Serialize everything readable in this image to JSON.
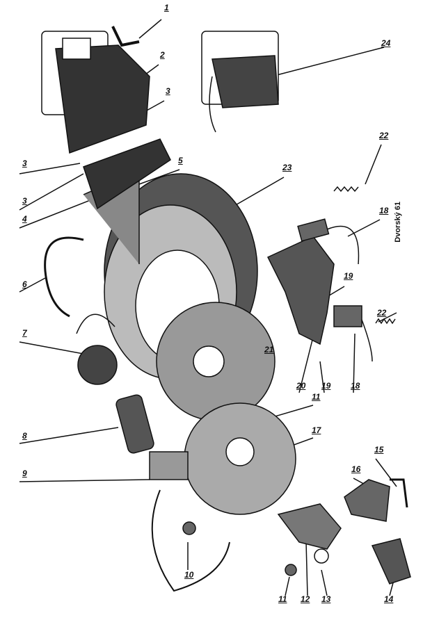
{
  "labels": [
    {
      "id": "l1",
      "text": "1"
    },
    {
      "id": "l2",
      "text": "2"
    },
    {
      "id": "l3a",
      "text": "3"
    },
    {
      "id": "l3b",
      "text": "3"
    },
    {
      "id": "l3c",
      "text": "3"
    },
    {
      "id": "l4",
      "text": "4"
    },
    {
      "id": "l5",
      "text": "5"
    },
    {
      "id": "l23",
      "text": "23"
    },
    {
      "id": "l22a",
      "text": "22"
    },
    {
      "id": "l18a",
      "text": "18"
    },
    {
      "id": "l24",
      "text": "24"
    },
    {
      "id": "l6",
      "text": "6"
    },
    {
      "id": "l19a",
      "text": "19"
    },
    {
      "id": "l22b",
      "text": "22"
    },
    {
      "id": "l7",
      "text": "7"
    },
    {
      "id": "l21",
      "text": "21"
    },
    {
      "id": "l20",
      "text": "20"
    },
    {
      "id": "l19b",
      "text": "19"
    },
    {
      "id": "l18b",
      "text": "18"
    },
    {
      "id": "l11a",
      "text": "11"
    },
    {
      "id": "l17",
      "text": "17"
    },
    {
      "id": "l15",
      "text": "15"
    },
    {
      "id": "l8",
      "text": "8"
    },
    {
      "id": "l16",
      "text": "16"
    },
    {
      "id": "l9",
      "text": "9"
    },
    {
      "id": "l10",
      "text": "10"
    },
    {
      "id": "l11b",
      "text": "11"
    },
    {
      "id": "l12",
      "text": "12"
    },
    {
      "id": "l13",
      "text": "13"
    },
    {
      "id": "l14",
      "text": "14"
    }
  ],
  "signature": "Dvorský 61"
}
